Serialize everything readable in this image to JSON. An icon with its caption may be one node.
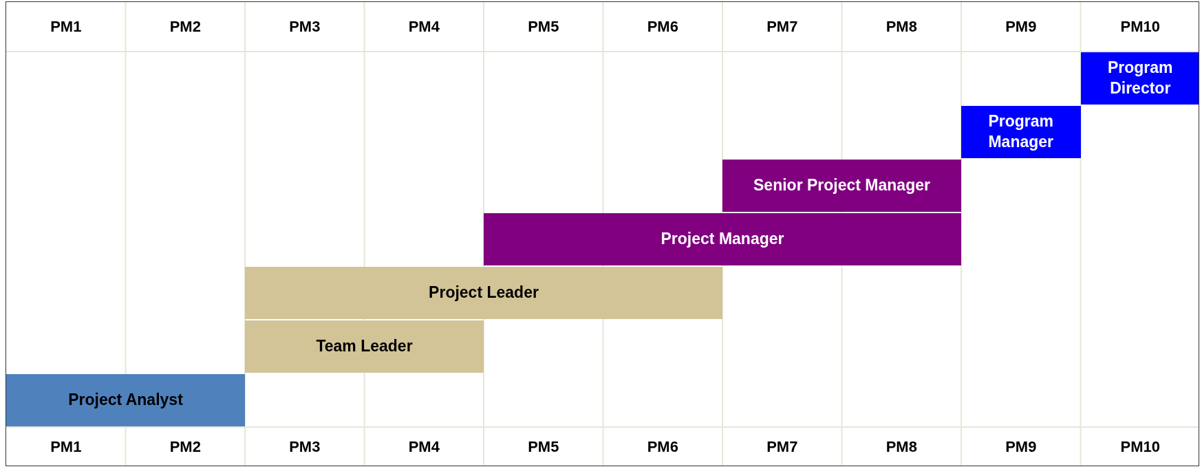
{
  "diagram": {
    "nodes": [
      {
        "text": [
          "Program Director"
        ]
      },
      {
        "text": [
          "Program Manager"
        ]
      },
      {
        "text": [
          "Senior Project Manager"
        ]
      },
      {
        "text": [
          "Project Manager"
        ]
      },
      {
        "text": [
          "Project Leader"
        ]
      },
      {
        "text": [
          "Team Leader"
        ]
      },
      {
        "text": [
          "Project Analyst"
        ]
      }
    ],
    "labels": [
      "PM1",
      "PM2",
      "PM3",
      "PM4",
      "PM5",
      "PM6",
      "PM7",
      "PM8",
      "PM9",
      "PM10",
      "PM1",
      "PM2",
      "PM3",
      "PM4",
      "PM5",
      "PM6",
      "PM7",
      "PM8",
      "PM9",
      "PM10"
    ]
  }
}
